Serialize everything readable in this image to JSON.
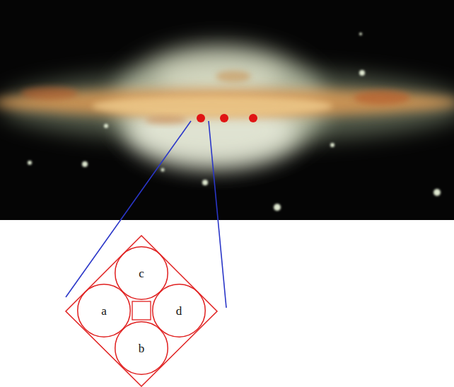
{
  "diagram": {
    "nodes": [
      {
        "text": [
          "c"
        ]
      },
      {
        "text": [
          "a"
        ]
      },
      {
        "text": [
          "d"
        ]
      },
      {
        "text": [
          "b"
        ]
      }
    ]
  }
}
